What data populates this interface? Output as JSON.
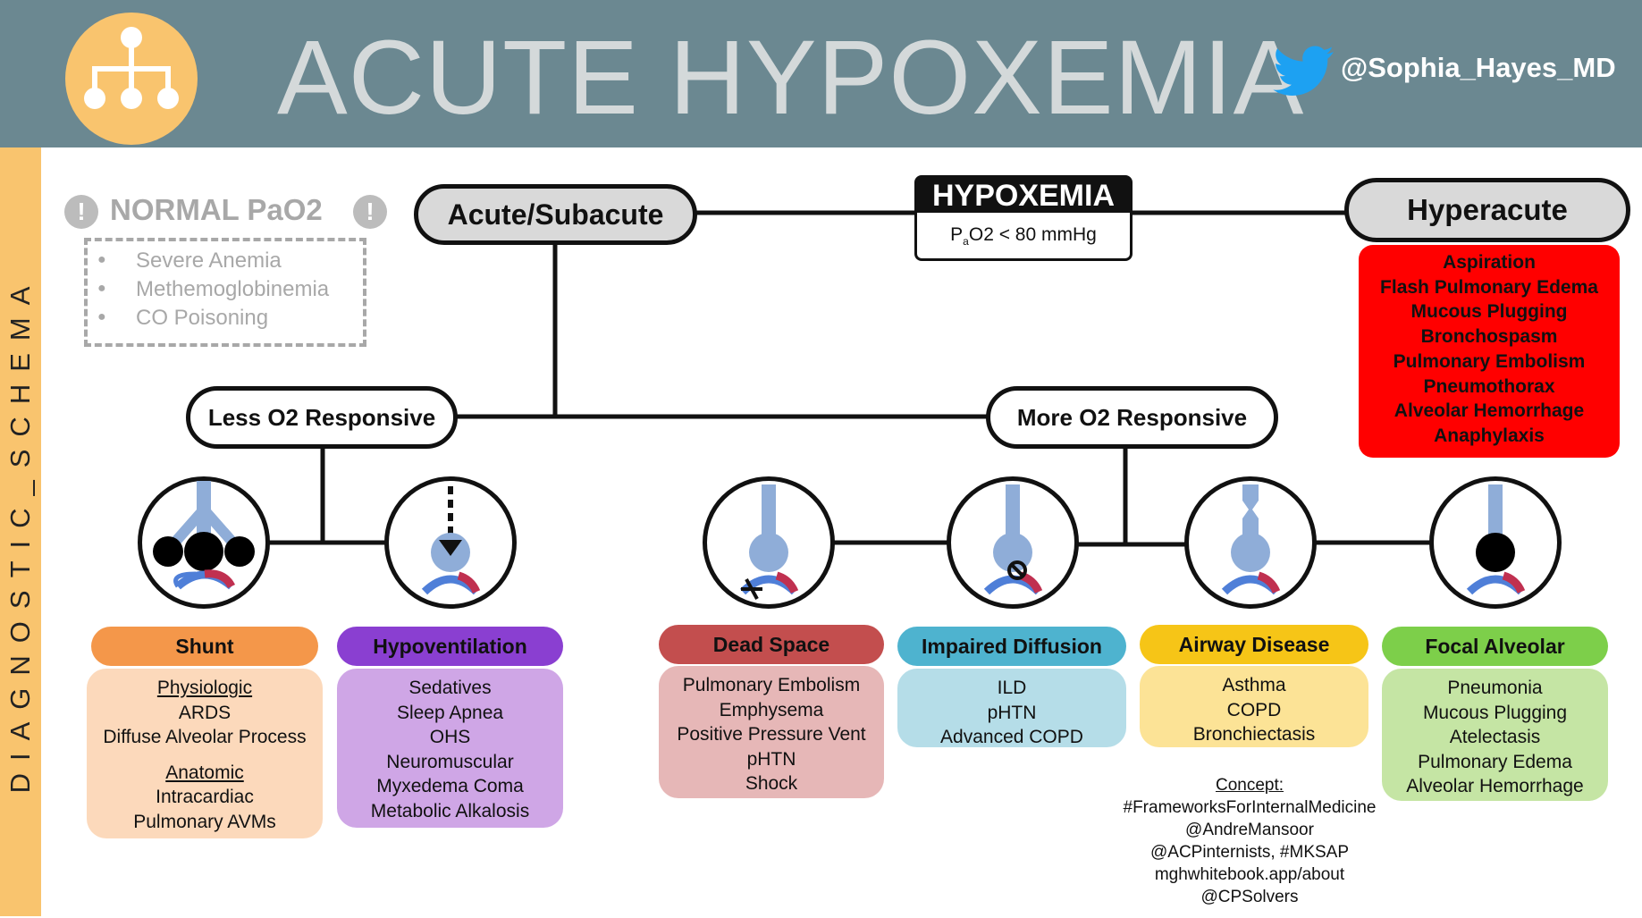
{
  "header": {
    "title": "ACUTE HYPOXEMIA",
    "handle": "@Sophia_Hayes_MD",
    "logo_icon": "org-chart-icon",
    "social_icon": "twitter-bird-icon",
    "background_color": "#6b8891",
    "accent_color": "#f9c46e"
  },
  "sidebar": {
    "text": "DIAGNOSTIC_SCHEMA"
  },
  "root": {
    "title": "HYPOXEMIA",
    "criterion_pre": "P",
    "criterion_sub": "a",
    "criterion_post": "O2 < 80 mmHg"
  },
  "normal_pao2": {
    "title": "NORMAL PaO2",
    "alert_glyph": "!",
    "items": [
      "Severe Anemia",
      "Methemoglobinemia",
      "CO Poisoning"
    ]
  },
  "branches": {
    "acute": "Acute/Subacute",
    "hyperacute": "Hyperacute",
    "less_responsive": "Less O2 Responsive",
    "more_responsive": "More O2 Responsive"
  },
  "hyperacute_causes": [
    "Aspiration",
    "Flash Pulmonary Edema",
    "Mucous Plugging",
    "Bronchospasm",
    "Pulmonary Embolism",
    "Pneumothorax",
    "Alveolar Hemorrhage",
    "Anaphylaxis"
  ],
  "categories": [
    {
      "name": "Shunt",
      "color": "#f4974a",
      "box_color": "#fcd9bb",
      "groups": [
        {
          "heading": "Physiologic",
          "items": [
            "ARDS",
            "Diffuse Alveolar Process"
          ]
        },
        {
          "heading": "Anatomic",
          "items": [
            "Intracardiac",
            "Pulmonary AVMs"
          ]
        }
      ]
    },
    {
      "name": "Hypoventilation",
      "color": "#8a3fd1",
      "box_color": "#cfa6e6",
      "items": [
        "Sedatives",
        "Sleep Apnea",
        "OHS",
        "Neuromuscular",
        "Myxedema Coma",
        "Metabolic Alkalosis"
      ]
    },
    {
      "name": "Dead Space",
      "color": "#c34e4e",
      "box_color": "#e6b7b7",
      "items": [
        "Pulmonary Embolism",
        "Emphysema",
        "Positive Pressure Vent",
        "pHTN",
        "Shock"
      ]
    },
    {
      "name": "Impaired Diffusion",
      "color": "#4eb3cf",
      "box_color": "#b5dde8",
      "items": [
        "ILD",
        "pHTN",
        "Advanced COPD"
      ]
    },
    {
      "name": "Airway Disease",
      "color": "#f6c517",
      "box_color": "#fce396",
      "items": [
        "Asthma",
        "COPD",
        "Bronchiectasis"
      ]
    },
    {
      "name": "Focal Alveolar",
      "color": "#7dcf4a",
      "box_color": "#c5e5a4",
      "items": [
        "Pneumonia",
        "Mucous Plugging",
        "Atelectasis",
        "Pulmonary Edema",
        "Alveolar Hemorrhage"
      ]
    }
  ],
  "concept": {
    "heading": "Concept:",
    "lines": [
      "#FrameworksForInternalMedicine",
      "@AndreMansoor",
      "@ACPinternists, #MKSAP",
      "mghwhitebook.app/about",
      "@CPSolvers"
    ]
  }
}
